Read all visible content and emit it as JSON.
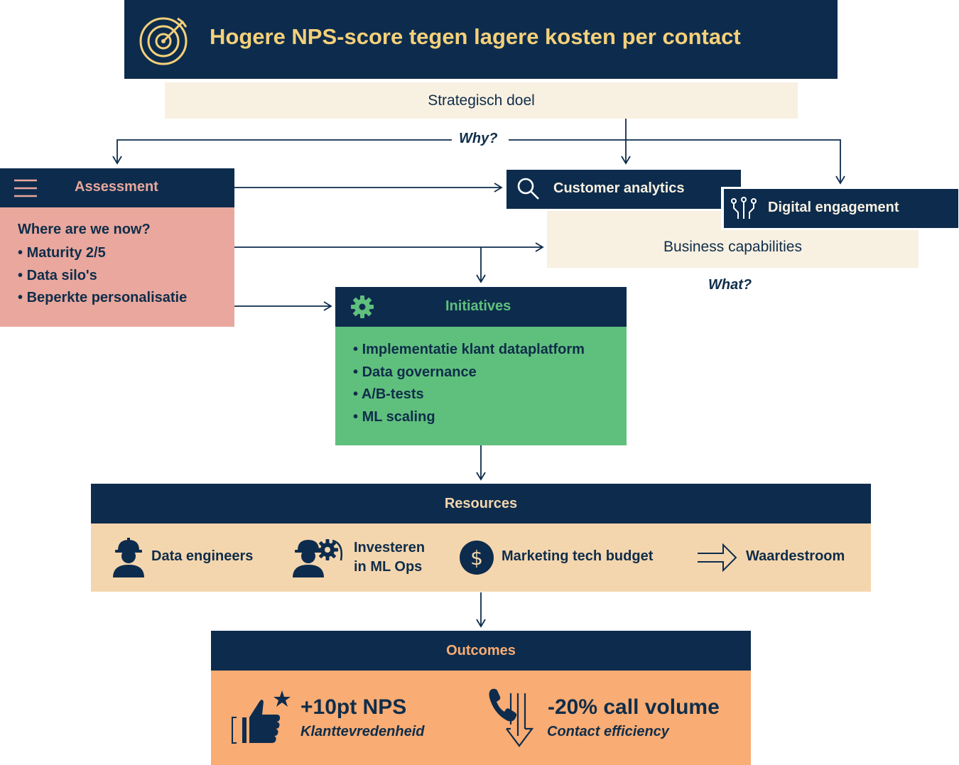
{
  "goal": {
    "title": "Hogere NPS-score tegen lagere kosten per contact",
    "label": "Strategisch doel",
    "icon": "target-icon"
  },
  "why_label": "Why?",
  "what_label": "What?",
  "assessment": {
    "title": "Assessment",
    "icon": "menu-icon",
    "question": "Where are we now?",
    "items": [
      "Maturity 2/5",
      "Data silo's",
      "Beperkte personalisatie"
    ]
  },
  "capabilities": {
    "customer_analytics": {
      "title": "Customer analytics",
      "icon": "search-icon"
    },
    "digital_engagement": {
      "title": "Digital engagement",
      "icon": "circuit-icon"
    },
    "label": "Business capabilities"
  },
  "initiatives": {
    "title": "Initiatives",
    "icon": "gear-icon",
    "items": [
      "Implementatie klant dataplatform",
      "Data governance",
      "A/B-tests",
      "ML scaling"
    ]
  },
  "resources": {
    "title": "Resources",
    "items": [
      {
        "label": "Data engineers",
        "icon": "engineer-icon"
      },
      {
        "label_line1": "Investeren",
        "label_line2": "in ML Ops",
        "icon": "engineer-gear-icon"
      },
      {
        "label": "Marketing tech budget",
        "icon": "dollar-icon"
      },
      {
        "label": "Waardestroom",
        "icon": "arrow-right-icon"
      }
    ]
  },
  "outcomes": {
    "title": "Outcomes",
    "items": [
      {
        "value": "+10pt NPS",
        "caption": "Klanttevredenheid",
        "icon": "thumbs-up-star-icon"
      },
      {
        "value": "-20% call volume",
        "caption": "Contact efficiency",
        "icon": "phone-down-icon"
      }
    ]
  },
  "colors": {
    "navy": "#0d2c4d",
    "gold": "#f5d07a",
    "cream": "#f8f0e1",
    "salmon": "#e9a79d",
    "green": "#5fc07d",
    "peach": "#f4d6ae",
    "orange": "#f9ac73"
  }
}
